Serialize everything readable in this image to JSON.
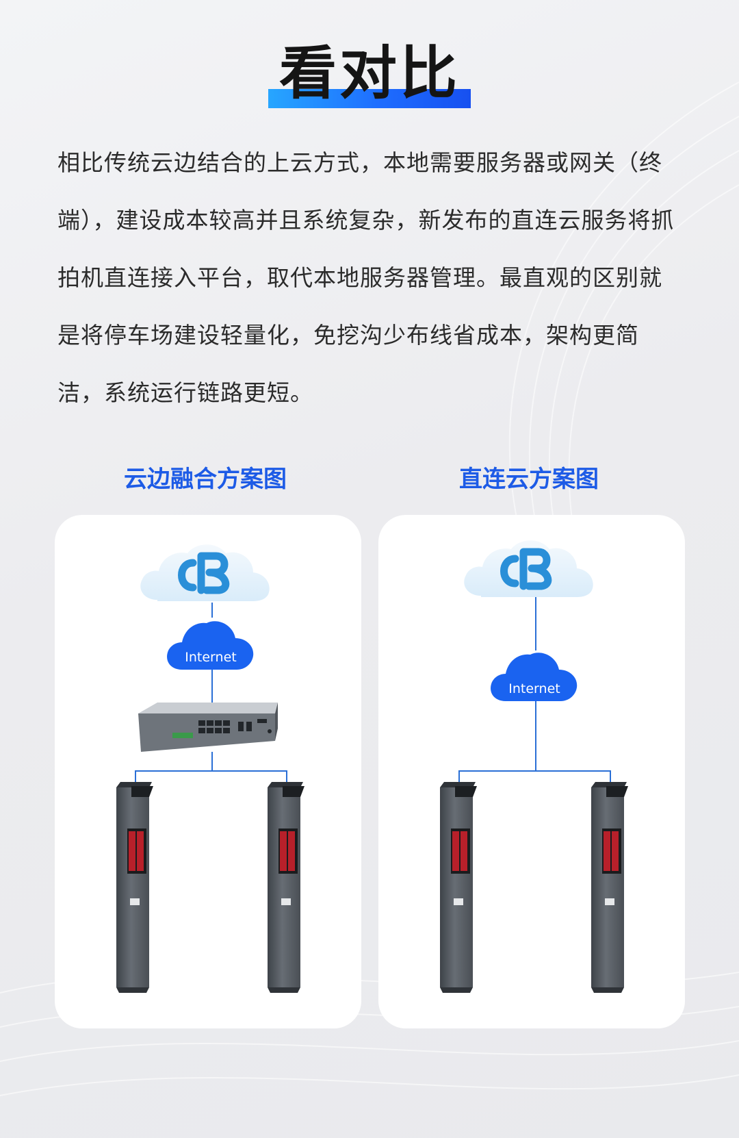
{
  "title": "看对比",
  "intro": "相比传统云边结合的上云方式，本地需要服务器或网关（终端），建设成本较高并且系统复杂，新发布的直连云服务将抓拍机直连接入平台，取代本地服务器管理。最直观的区别就是将停车场建设轻量化，免挖沟少布线省成本，架构更简洁，系统运行链路更短。",
  "diagrams": [
    {
      "heading": "云边融合方案图",
      "internet_label": "Internet"
    },
    {
      "heading": "直连云方案图",
      "internet_label": "Internet"
    }
  ],
  "colors": {
    "accent": "#1d5be6",
    "internet_cloud": "#1a63f0",
    "logo_cloud": "#2a8fd8"
  }
}
